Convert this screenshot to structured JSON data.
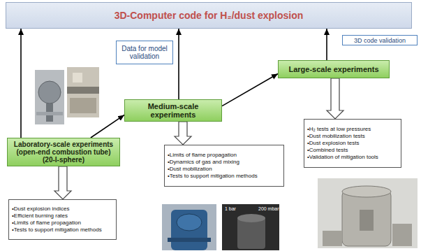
{
  "diagram": {
    "nodes": [
      {
        "text": [
          "3D-Computer code for H₂/dust explosion"
        ]
      },
      {
        "text": [
          "Data for model validation"
        ]
      },
      {
        "text": [
          "3D code validation"
        ]
      },
      {
        "text": [
          "Large-scale experiments"
        ]
      },
      {
        "text": [
          "Medium-scale experiments"
        ]
      },
      {
        "text": [
          "Laboratory-scale experiments (open-end combustion tube) (20-l-sphere)"
        ]
      },
      {
        "text": [
          "•H₂ tests at low pressures",
          "•Dust mobilization tests",
          "•Dust explosion tests",
          "•Combined tests",
          "•Validation of mitigation tools"
        ]
      },
      {
        "text": [
          "•Limits of flame propagation",
          "•Dynamics of gas and mixing",
          "•Dust mobilization",
          "•Tests to support mitigation methods"
        ]
      },
      {
        "text": [
          "•Dust explosion indices",
          "•Efficient burning rates",
          "•Limits of flame propagation",
          "•Tests to support mitigation methods"
        ]
      }
    ],
    "edges": [
      {
        "from": 5,
        "to": 0,
        "arrow": "to"
      },
      {
        "from": 4,
        "to": 0,
        "arrow": "to"
      },
      {
        "from": 3,
        "to": 0,
        "arrow": "to"
      },
      {
        "from": 5,
        "to": 4,
        "arrow": "to"
      },
      {
        "from": 4,
        "to": 3,
        "arrow": "to"
      },
      {
        "from": 5,
        "to": 8,
        "arrow": "to"
      },
      {
        "from": 4,
        "to": 7,
        "arrow": "to"
      },
      {
        "from": 3,
        "to": 6,
        "arrow": "to"
      }
    ],
    "labels": [
      "1 bar",
      "200 mbar"
    ]
  }
}
